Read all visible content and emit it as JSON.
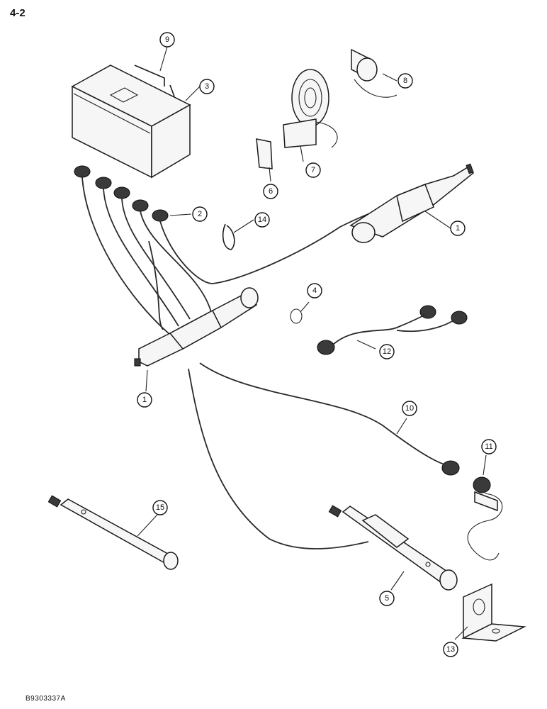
{
  "page": {
    "number": "4-2",
    "figure_code": "B9303337A"
  },
  "callouts": [
    {
      "id": "c1a",
      "label": "1"
    },
    {
      "id": "c1b",
      "label": "1"
    },
    {
      "id": "c2",
      "label": "2"
    },
    {
      "id": "c3",
      "label": "3"
    },
    {
      "id": "c4",
      "label": "4"
    },
    {
      "id": "c5",
      "label": "5"
    },
    {
      "id": "c6",
      "label": "6"
    },
    {
      "id": "c7",
      "label": "7"
    },
    {
      "id": "c8",
      "label": "8"
    },
    {
      "id": "c9",
      "label": "9"
    },
    {
      "id": "c10",
      "label": "10"
    },
    {
      "id": "c11",
      "label": "11"
    },
    {
      "id": "c12",
      "label": "12"
    },
    {
      "id": "c13",
      "label": "13"
    },
    {
      "id": "c14",
      "label": "14"
    },
    {
      "id": "c15",
      "label": "15"
    }
  ]
}
